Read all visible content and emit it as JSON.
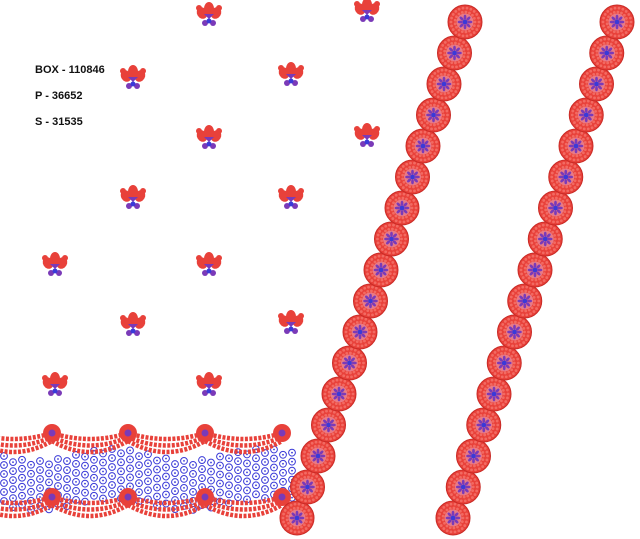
{
  "labels": {
    "box": "BOX - 110846",
    "p": "P - 36652",
    "s": "S - 31535"
  },
  "colors": {
    "red": "#e8413a",
    "red_dark": "#c92a25",
    "pink": "#e87a86",
    "blue": "#3a3ad8",
    "purple": "#7a3ab8"
  }
}
